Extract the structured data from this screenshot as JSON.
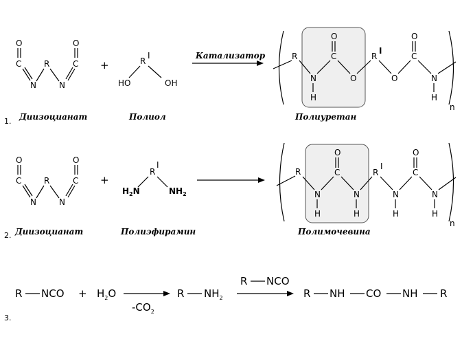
{
  "atoms": {
    "O": "O",
    "C": "C",
    "N": "N",
    "R": "R",
    "R1": "R",
    "prime": "I",
    "H": "H",
    "HO": "HO",
    "OH": "OH",
    "H2N": "H",
    "NH2": "NH",
    "sub2": "2",
    "n": "n"
  },
  "reaction1": {
    "number": "1.",
    "reactant1": "Диизоцианат",
    "plus": "+",
    "reactant2": "Полиол",
    "arrow_label": "Катализатор",
    "product": "Полиуретан"
  },
  "reaction2": {
    "number": "2.",
    "reactant1": "Диизоцианат",
    "plus": "+",
    "reactant2": "Полиэфирамин",
    "product": "Полимочевина"
  },
  "reaction3": {
    "number": "3.",
    "r1": "R",
    "nco1": "NCO",
    "plus": "+",
    "h": "H",
    "sub2": "2",
    "o": "O",
    "below_arrow1": "-CO",
    "r2": "R",
    "nh": "NH",
    "above_arrow2_r": "R",
    "above_arrow2_nco": "NCO",
    "p_r1": "R",
    "p_nh1": "NH",
    "p_co": "CO",
    "p_nh2": "NH",
    "p_r2": "R"
  }
}
